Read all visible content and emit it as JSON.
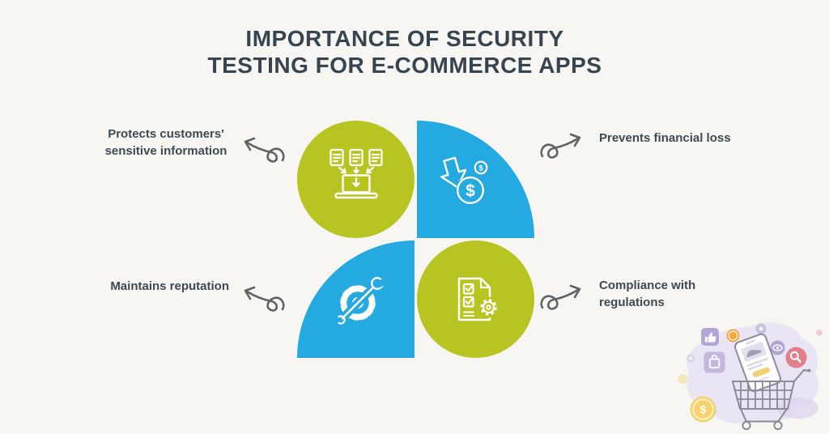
{
  "title": {
    "line1": "IMPORTANCE OF SECURITY",
    "line2": "TESTING FOR E-COMMERCE APPS"
  },
  "items": [
    {
      "id": "protects-info",
      "label": "Protects customers'\nsensitive information",
      "icon": "documents-download-icon",
      "shape": "circle",
      "shape_color": "#b7c421",
      "label_side": "left"
    },
    {
      "id": "prevents-loss",
      "label": "Prevents financial loss",
      "icon": "dollar-loss-icon",
      "shape": "quarter-top-right",
      "shape_color": "#25a9e1",
      "label_side": "right"
    },
    {
      "id": "maintains-reputation",
      "label": "Maintains reputation",
      "icon": "gear-wrench-icon",
      "shape": "quarter-top-left",
      "shape_color": "#25a9e1",
      "label_side": "left"
    },
    {
      "id": "compliance",
      "label": "Compliance with\nregulations",
      "icon": "checklist-gear-icon",
      "shape": "circle",
      "shape_color": "#b7c421",
      "label_side": "right"
    }
  ],
  "icons": {
    "dollar_symbol": "$"
  },
  "colors": {
    "background": "#f8f6f3",
    "title": "#36454f",
    "label": "#3d4a54",
    "arrow": "#5d6367",
    "green": "#b7c421",
    "blue": "#25a9e1",
    "icon_stroke": "#ffffff"
  },
  "illustration": {
    "name": "shopping-cart-with-phone",
    "blob": "#eae5f5",
    "outline_gray": "#8d8a99",
    "purple_badge": "#b2a6d9",
    "light_purple_badge": "#c3b8e2",
    "orange_coin": "#f2a83d",
    "yellow_coin": "#f6d26d",
    "search_badge": "#e27f8d",
    "button_yellow": "#f0d070"
  }
}
